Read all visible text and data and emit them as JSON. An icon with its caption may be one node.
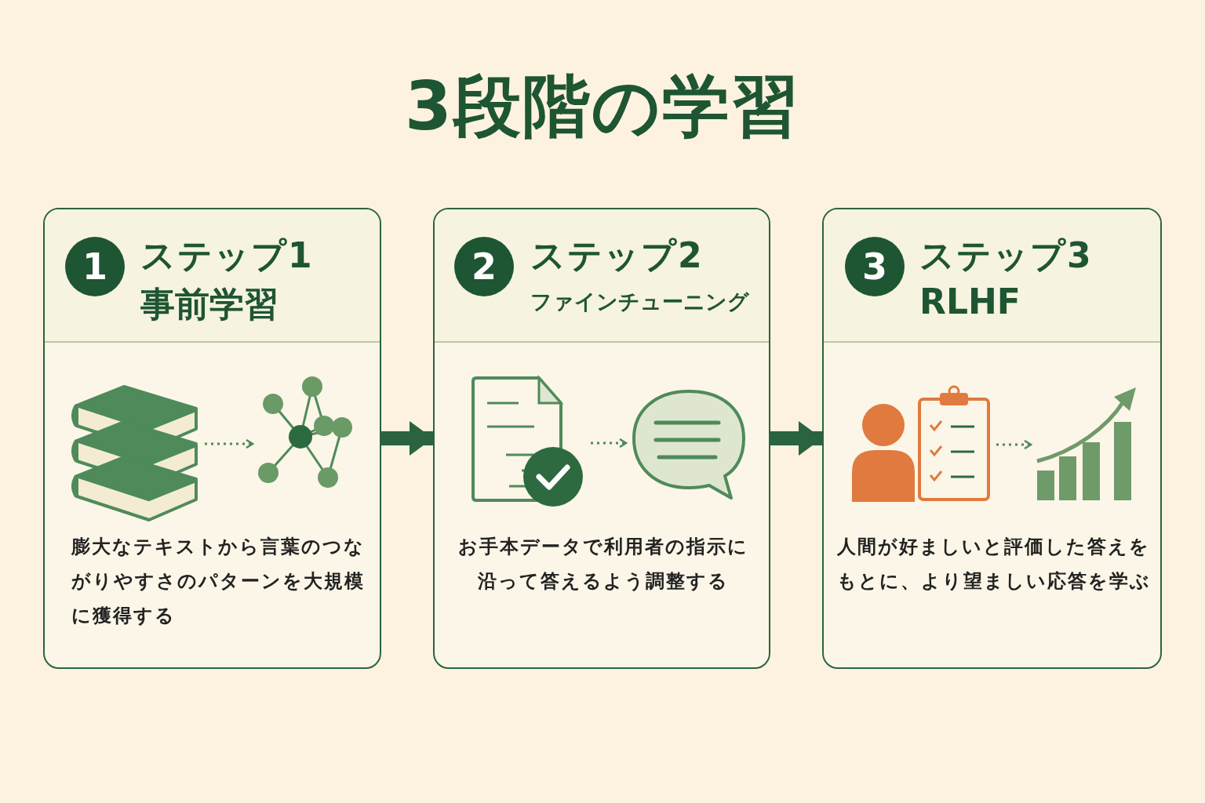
{
  "diagram": {
    "title": "3段階の学習",
    "nodes": [
      {
        "text": [
          "ステップ1",
          "事前学習",
          "膨大なテキストから言葉のつながりやすさのパターンを大規模に獲得する"
        ]
      },
      {
        "text": [
          "1"
        ],
        "in": 0
      },
      {
        "text": [],
        "shape": "picture",
        "in": 0
      },
      {
        "text": [],
        "shape": "picture",
        "in": 0
      },
      {
        "text": [
          "ステップ2",
          "ファインチューニング",
          "お手本データで利用者の指示に沿って答えるよう調整する"
        ]
      },
      {
        "text": [
          "2"
        ],
        "in": 4
      },
      {
        "text": [],
        "shape": "picture",
        "in": 4
      },
      {
        "text": [],
        "shape": "picture",
        "in": 4
      },
      {
        "text": [
          "ステップ3",
          "RLHF",
          "人間が好ましいと評価した答えをもとに、より望ましい応答を学ぶ"
        ]
      },
      {
        "text": [
          "3"
        ],
        "in": 8
      },
      {
        "text": [],
        "shape": "picture",
        "in": 8
      },
      {
        "text": [],
        "shape": "picture",
        "in": 8
      }
    ],
    "edges": [
      {
        "from": 2,
        "to": 3,
        "arrow": "to",
        "style": "dashed"
      },
      {
        "from": 0,
        "to": 4,
        "arrow": "to",
        "style": "thick"
      },
      {
        "from": 6,
        "to": 7,
        "arrow": "to",
        "style": "dashed"
      },
      {
        "from": 4,
        "to": 8,
        "arrow": "to",
        "style": "thick"
      },
      {
        "from": 10,
        "to": 11,
        "arrow": "to",
        "style": "dashed"
      }
    ]
  }
}
